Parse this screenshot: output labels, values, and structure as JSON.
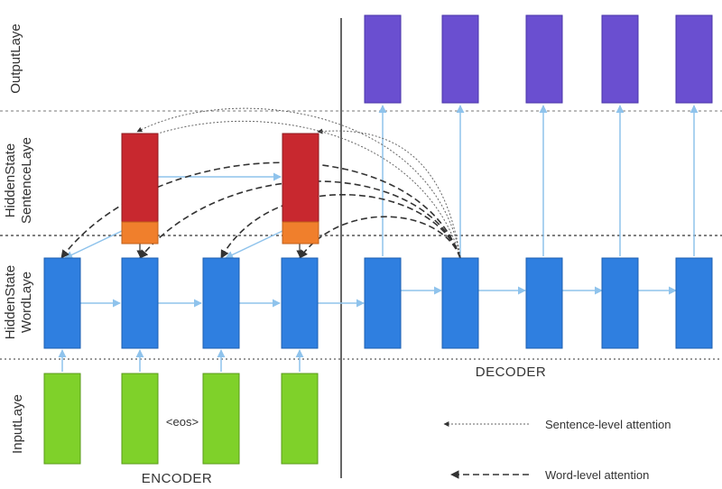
{
  "layers": {
    "output": "OutputLaye",
    "sentence_line1": "HiddenState",
    "sentence_line2": "SentenceLaye",
    "word_line1": "HiddenState",
    "word_line2": "WordLaye",
    "input": "InputLaye"
  },
  "sections": {
    "encoder": "ENCODER",
    "decoder": "DECODER"
  },
  "tokens": {
    "eos": "<eos>"
  },
  "legend": {
    "sentence_attention": "Sentence-level attention",
    "word_attention": "Word-level attention"
  },
  "colors": {
    "output_block": "#6a4fd0",
    "sentence_block": "#c8282f",
    "pool_block": "#f07f2c",
    "hidden_block": "#2f7fe0",
    "input_block": "#7fd12a",
    "connector": "#8fc3ec"
  }
}
